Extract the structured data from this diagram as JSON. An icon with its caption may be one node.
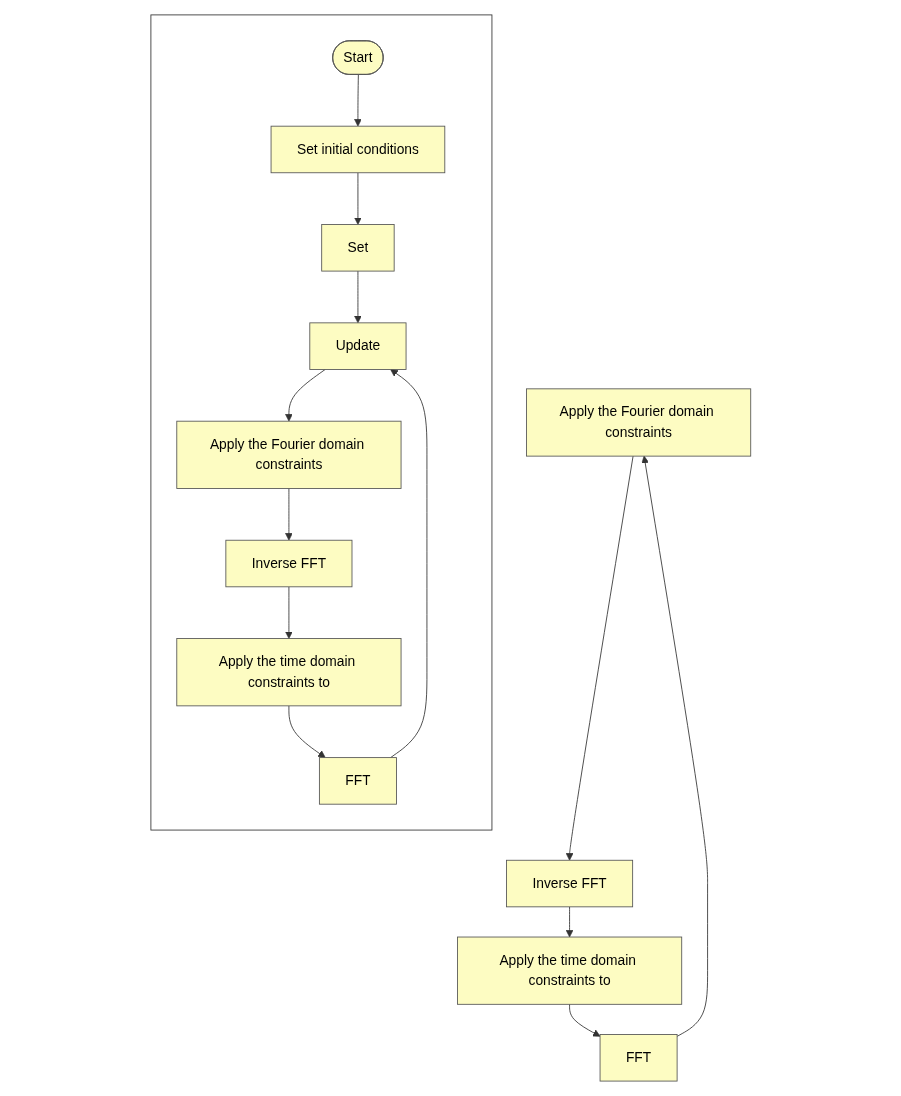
{
  "diagram": {
    "nodes": [
      {
        "text": [],
        "shape": "box"
      },
      {
        "text": [
          "Start"
        ],
        "in": 0
      },
      {
        "text": [
          "Set initial conditions"
        ],
        "in": 0
      },
      {
        "text": [
          "Set"
        ],
        "in": 0
      },
      {
        "text": [
          "Update"
        ],
        "in": 0
      },
      {
        "text": [
          "Apply the Fourier domain constraints"
        ],
        "in": 0
      },
      {
        "text": [
          "Inverse FFT"
        ],
        "in": 0
      },
      {
        "text": [
          "Apply the time domain constraints to"
        ],
        "in": 0
      },
      {
        "text": [
          "FFT"
        ],
        "in": 0
      },
      {
        "text": [
          "Apply the Fourier domain constraints"
        ]
      },
      {
        "text": [
          "Inverse FFT"
        ]
      },
      {
        "text": [
          "Apply the time domain constraints to"
        ]
      },
      {
        "text": [
          "FFT"
        ]
      }
    ],
    "edges": [
      {
        "from": 1,
        "to": 2,
        "arrow": "to"
      },
      {
        "from": 2,
        "to": 3,
        "arrow": "to"
      },
      {
        "from": 3,
        "to": 4,
        "arrow": "to"
      },
      {
        "from": 4,
        "to": 5,
        "arrow": "to"
      },
      {
        "from": 5,
        "to": 6,
        "arrow": "to"
      },
      {
        "from": 6,
        "to": 7,
        "arrow": "to"
      },
      {
        "from": 7,
        "to": 8,
        "arrow": "to"
      },
      {
        "from": 8,
        "to": 4,
        "arrow": "to"
      },
      {
        "from": 9,
        "to": 10,
        "arrow": "to"
      },
      {
        "from": 10,
        "to": 11,
        "arrow": "to"
      },
      {
        "from": 11,
        "to": 12,
        "arrow": "to"
      },
      {
        "from": 12,
        "to": 9,
        "arrow": "to"
      }
    ]
  }
}
